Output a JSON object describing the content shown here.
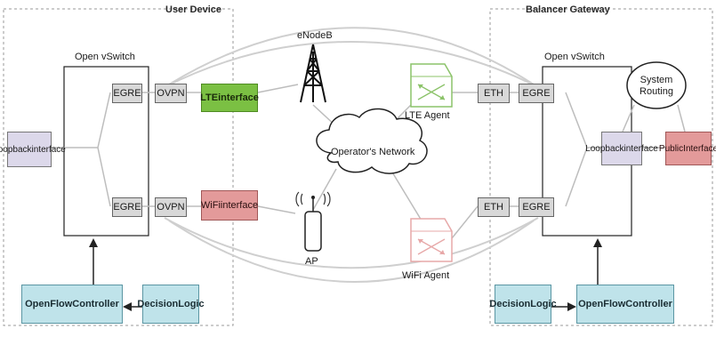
{
  "user_device": {
    "title": "User Device",
    "ovs_label": "Open vSwitch",
    "loopback": [
      "Loopback",
      "interface"
    ],
    "egre_top": "EGRE",
    "ovpn_top": "OVPN",
    "lte_interface": [
      "LTE",
      "interface"
    ],
    "egre_bottom": "EGRE",
    "ovpn_bottom": "OVPN",
    "wifi_interface": [
      "WiFi",
      "interface"
    ],
    "openflow_controller": [
      "OpenFlow",
      "Controller"
    ],
    "decision_logic": [
      "Decision",
      "Logic"
    ]
  },
  "network": {
    "enodeb": "eNodeB",
    "operator_network": "Operator's Network",
    "ap": "AP",
    "lte_agent": "LTE Agent",
    "wifi_agent": "WiFi Agent"
  },
  "balancer_gateway": {
    "title": "Balancer Gateway",
    "ovs_label": "Open vSwitch",
    "system_routing": [
      "System",
      "Routing"
    ],
    "eth_top": "ETH",
    "egre_top": "EGRE",
    "eth_bottom": "ETH",
    "egre_bottom": "EGRE",
    "loopback": [
      "Loopback",
      "interface"
    ],
    "public_interface": [
      "Public",
      "Interface"
    ],
    "decision_logic": [
      "Decision",
      "Logic"
    ],
    "openflow_controller": [
      "OpenFlow",
      "Controller"
    ]
  },
  "colors": {
    "lte": "#7bc043",
    "wifi": "#e39a9a",
    "controller": "#bfe3ea",
    "loopback": "#dcd8ea",
    "lte_agent_icon": "#8cc36a",
    "wifi_agent_icon": "#e7a8a8"
  }
}
